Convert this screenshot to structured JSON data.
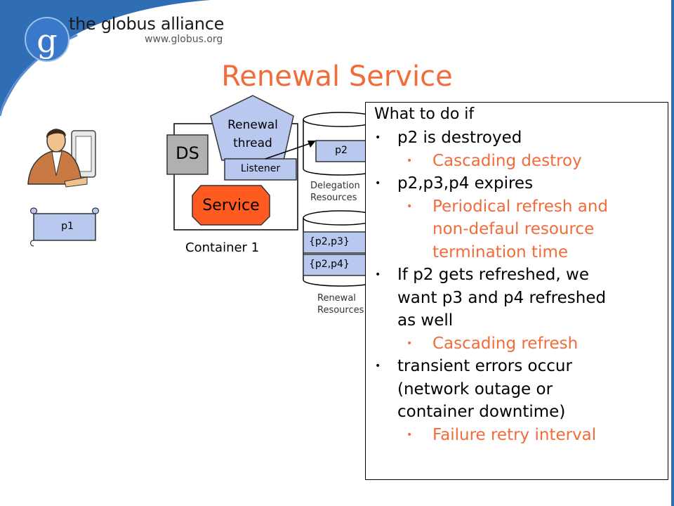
{
  "header": {
    "brand_name": "the globus alliance",
    "brand_url": "www.globus.org",
    "title": "Renewal Service"
  },
  "diagram": {
    "user_credential": "p1",
    "container_label": "Container 1",
    "ds_label": "DS",
    "renewal_thread_label": [
      "Renewal",
      "thread"
    ],
    "listener_label": "Listener",
    "service_label": "Service",
    "delegation_item": "p2",
    "delegation_caption": [
      "Delegation",
      "Resources"
    ],
    "renewal_items": [
      "{p2,p3}",
      "{p2,p4}"
    ],
    "renewal_caption": [
      "Renewal",
      "Resources"
    ]
  },
  "panel": {
    "heading": "What to do if",
    "items": [
      {
        "level": 1,
        "lines": [
          "p2 is destroyed"
        ]
      },
      {
        "level": 2,
        "lines": [
          "Cascading destroy"
        ]
      },
      {
        "level": 1,
        "lines": [
          "p2,p3,p4 expires"
        ]
      },
      {
        "level": 2,
        "lines": [
          "Periodical refresh and",
          "non-defaul resource",
          "termination time"
        ]
      },
      {
        "level": 1,
        "lines": [
          "If p2 gets refreshed, we",
          "want p3 and p4 refreshed",
          "as well"
        ]
      },
      {
        "level": 2,
        "lines": [
          "Cascading refresh"
        ]
      },
      {
        "level": 1,
        "lines": [
          "transient errors occur",
          "(network outage or",
          "container downtime)"
        ]
      },
      {
        "level": 2,
        "lines": [
          "Failure retry interval"
        ]
      }
    ]
  },
  "colors": {
    "accent": "#f26b3a",
    "brand_blue": "#2f6db5",
    "service_fill": "#ff5a1f",
    "box_fill": "#b9c8ee",
    "ds_fill": "#b0b0b0"
  }
}
